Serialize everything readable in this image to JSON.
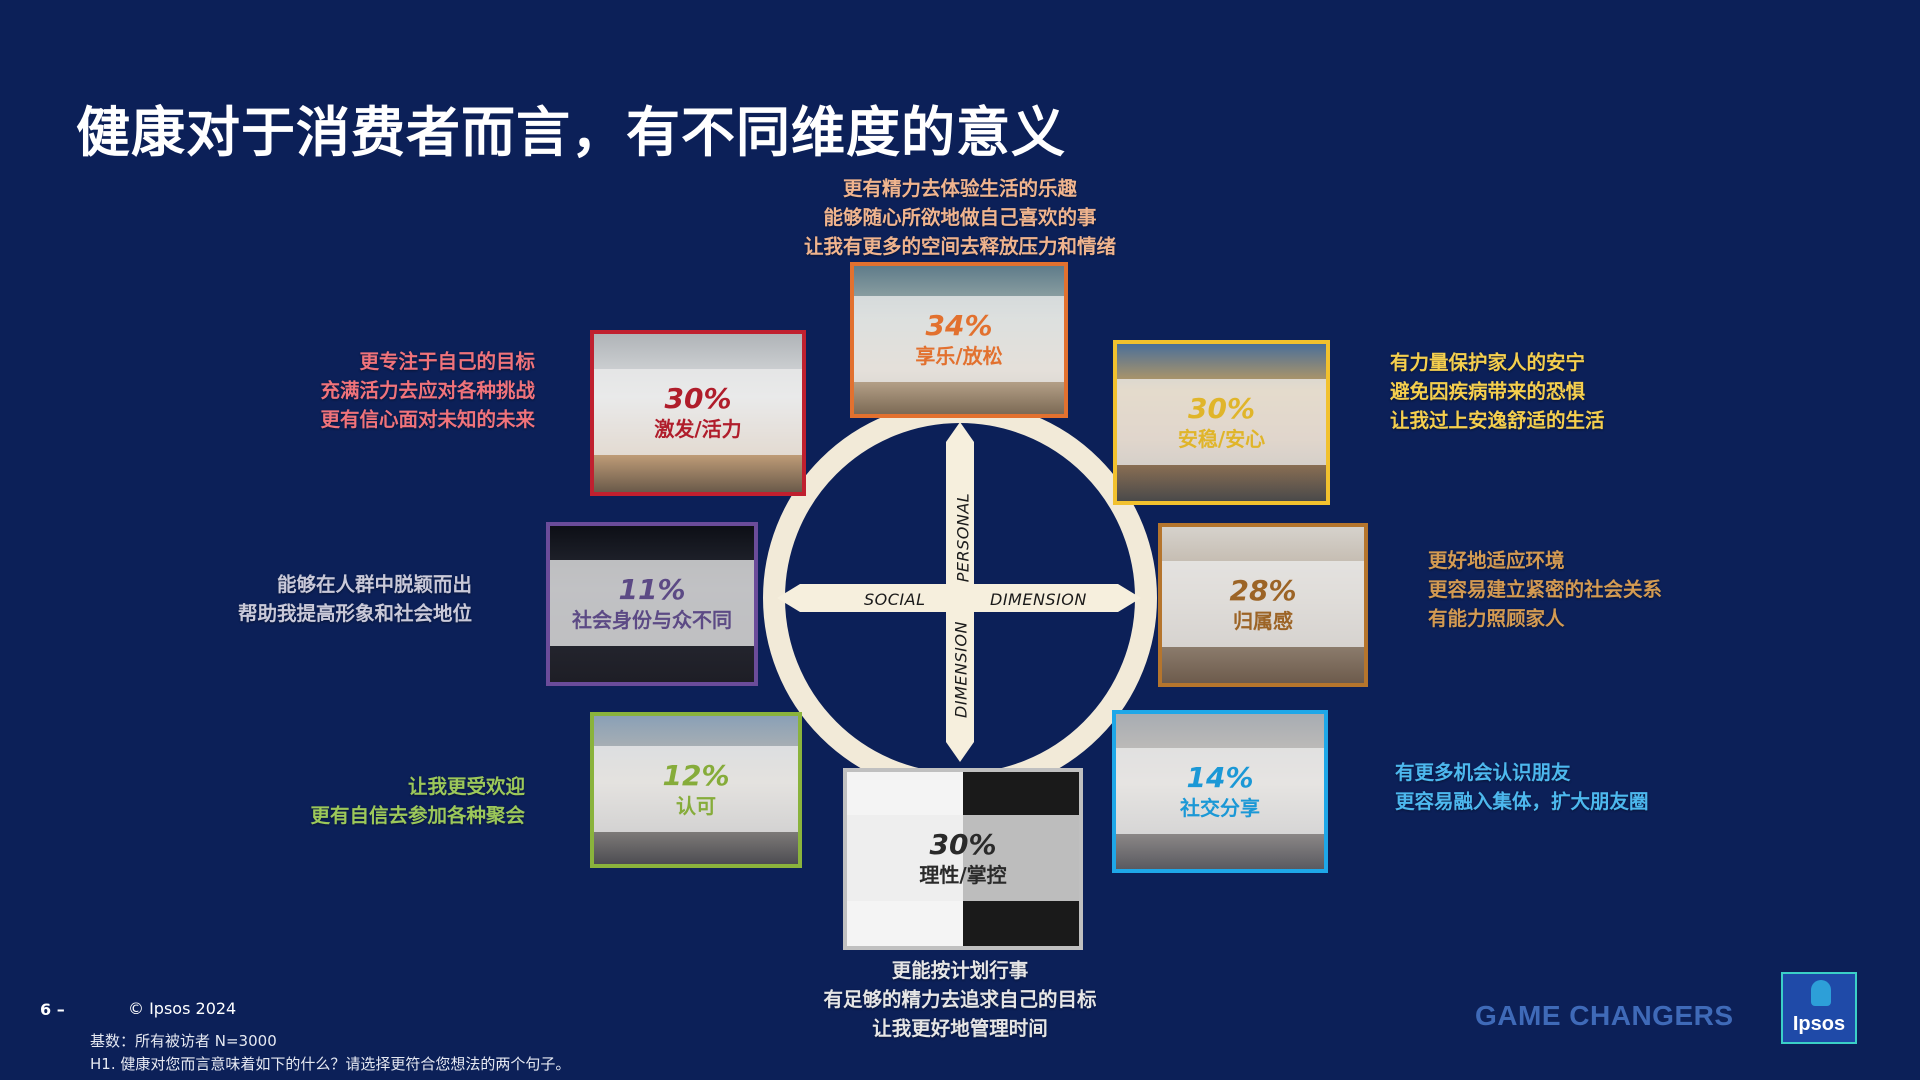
{
  "title": "健康对于消费者而言，有不同维度的意义",
  "axes": {
    "social": "SOCIAL",
    "dimension_h": "DIMENSION",
    "personal": "PERSONAL",
    "dimension_v": "DIMENSION"
  },
  "dimensions": {
    "enjoy": {
      "pct": "34%",
      "label": "享乐/放松",
      "color": "#e2712f",
      "lines": [
        "更有精力去体验生活的乐趣",
        "能够随心所欲地做自己喜欢的事",
        "让我有更多的空间去释放压力和情绪"
      ]
    },
    "stable": {
      "pct": "30%",
      "label": "安稳/安心",
      "color": "#f2c12e",
      "lines": [
        "有力量保护家人的安宁",
        "避免因疾病带来的恐惧",
        "让我过上安逸舒适的生活"
      ]
    },
    "belong": {
      "pct": "28%",
      "label": "归属感",
      "color": "#b5752d",
      "lines": [
        "更好地适应环境",
        "更容易建立紧密的社会关系",
        "有能力照顾家人"
      ]
    },
    "social_share": {
      "pct": "14%",
      "label": "社交分享",
      "color": "#1ea7e8",
      "lines": [
        "有更多机会认识朋友",
        "更容易融入集体，扩大朋友圈"
      ]
    },
    "rational": {
      "pct": "30%",
      "label": "理性/掌控",
      "color": "#b8b8b8",
      "lines": [
        "更能按计划行事",
        "有足够的精力去追求自己的目标",
        "让我更好地管理时间"
      ]
    },
    "approval": {
      "pct": "12%",
      "label": "认可",
      "color": "#8ab33c",
      "lines": [
        "让我更受欢迎",
        "更有自信去参加各种聚会"
      ]
    },
    "status": {
      "pct": "11%",
      "label": "社会身份与众不同",
      "color": "#6b4c9a",
      "lines": [
        "能够在人群中脱颖而出",
        "帮助我提高形象和社会地位"
      ]
    },
    "motivate": {
      "pct": "30%",
      "label": "激发/活力",
      "color": "#c0202f",
      "lines": [
        "更专注于自己的目标",
        "充满活力去应对各种挑战",
        "更有信心面对未知的未来"
      ]
    }
  },
  "desc_colors": {
    "enjoy": "#f0b48e",
    "stable": "#f5cf4e",
    "belong": "#d39a52",
    "social_share": "#4db8ee",
    "rational": "#e6e6e6",
    "approval": "#9cc85a",
    "status": "#c9c9d9",
    "motivate": "#f0737b"
  },
  "pct_colors": {
    "enjoy": "#e2712f",
    "stable": "#e0b52a",
    "belong": "#9c6426",
    "social_share": "#1b98d6",
    "rational": "#2a2a2a",
    "approval": "#86ac3a",
    "status": "#5c4a85",
    "motivate": "#b01d2b"
  },
  "footer": {
    "page": "6 –",
    "copyright": "© Ipsos 2024",
    "base": "基数：所有被访者  N=3000",
    "question": "H1. 健康对您而言意味着如下的什么？请选择更符合您想法的两个句子。"
  },
  "brand": {
    "tagline": "GAME CHANGERS",
    "logo": "Ipsos"
  }
}
